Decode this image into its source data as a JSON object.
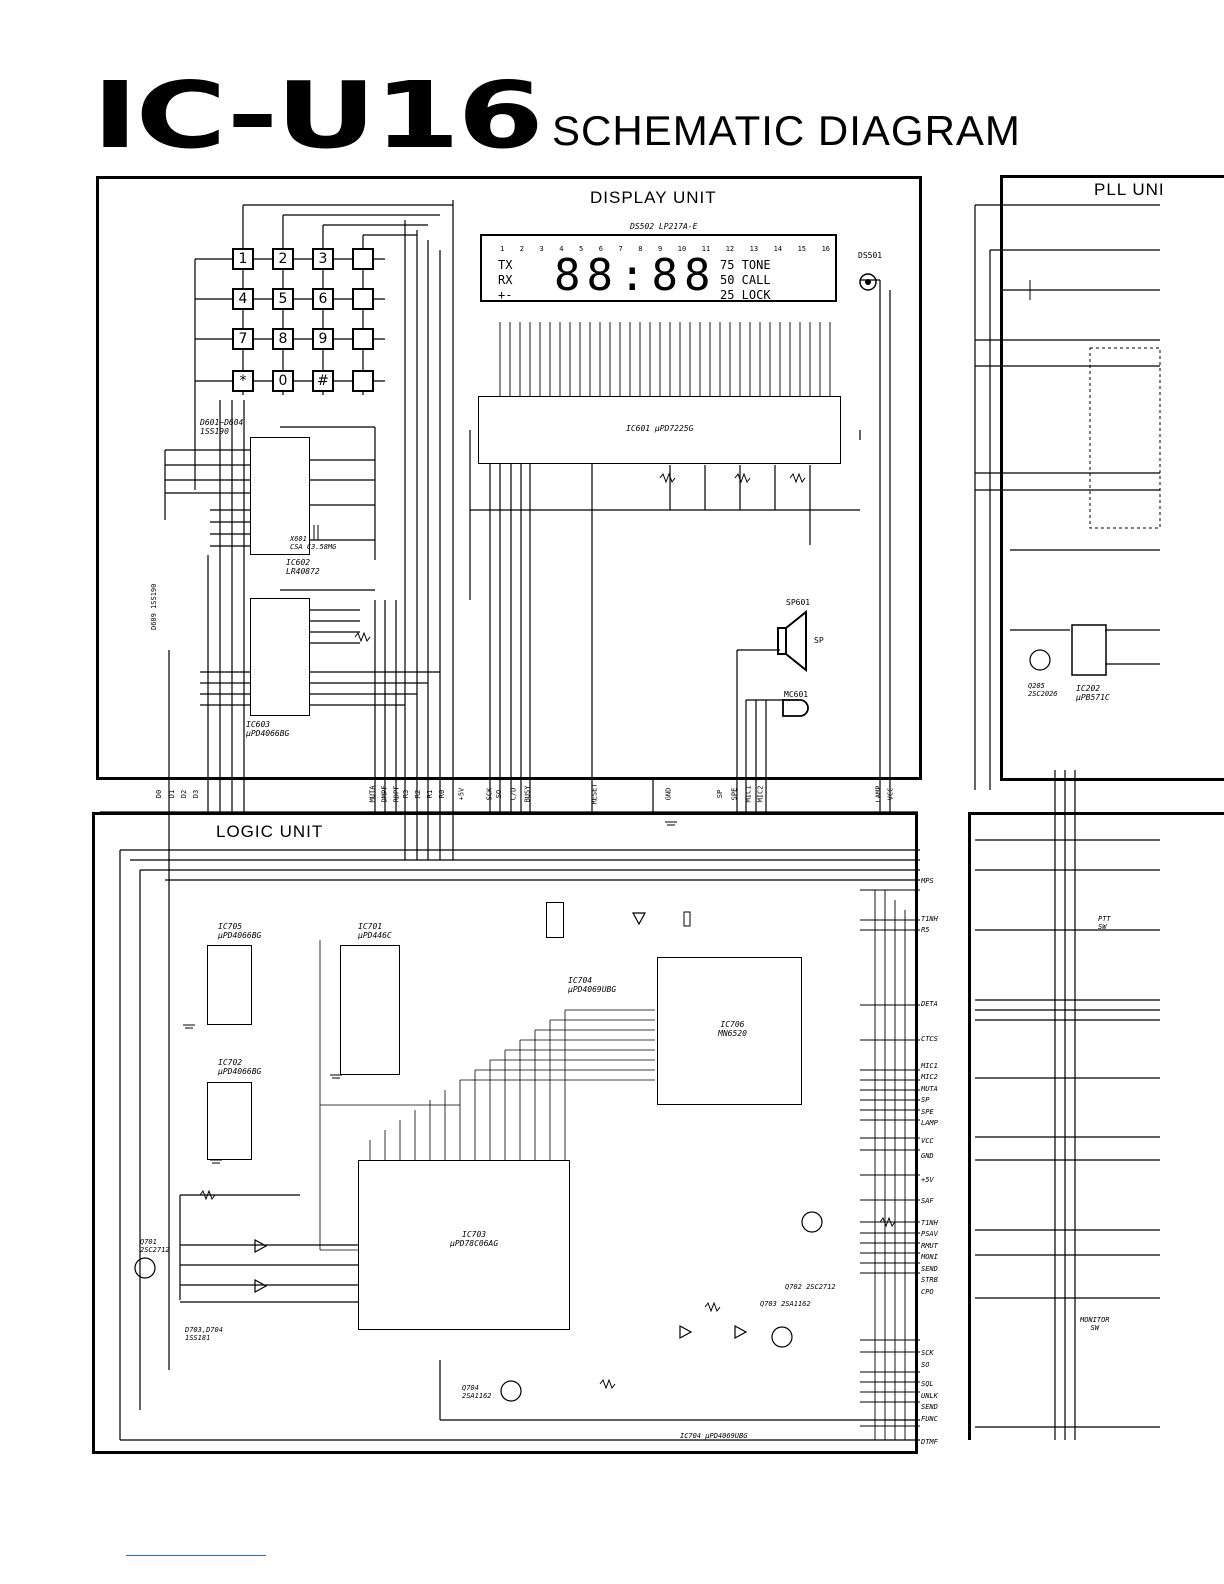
{
  "header": {
    "model": "IC-U16",
    "subtitle": "SCHEMATIC DIAGRAM"
  },
  "display_unit": {
    "title": "DISPLAY UNIT",
    "lcd_part": "DS502  LP217A-E",
    "lamp_part": "DS501",
    "lcd_segment_numbers": [
      "1",
      "2",
      "3",
      "4",
      "5",
      "6",
      "7",
      "8",
      "9",
      "10",
      "11",
      "12",
      "13",
      "14",
      "15",
      "16"
    ],
    "lcd_left_labels": [
      "TX",
      "RX",
      "+-"
    ],
    "lcd_digits": "88:88",
    "lcd_right_labels": [
      "75  TONE",
      "50  CALL",
      "25  LOCK"
    ],
    "keypad": [
      "1",
      "2",
      "3",
      "",
      "4",
      "5",
      "6",
      "",
      "7",
      "8",
      "9",
      "",
      "*",
      "0",
      "#",
      ""
    ],
    "ic601": "IC601  μPD7225G",
    "ic602": "IC602\nLR40872",
    "ic603": "IC603\nμPD4066BG",
    "diodes": "D601~D604\n1SS190",
    "crystal": "X601\nCSA C3.58MG",
    "speaker": "SP601",
    "speaker_label": "SP",
    "mic": "MC601",
    "d609": "D609  1SS190"
  },
  "logic_unit": {
    "title": "LOGIC UNIT",
    "ic701": "IC701\nμPD446C",
    "ic702": "IC702\nμPD4066BG",
    "ic703": "IC703\nμPD78C06AG",
    "ic704": "IC704\nμPD4069UBG",
    "ic705": "IC705\nμPD4066BG",
    "ic706": "IC706\nMN6520",
    "q701": "Q701\n2SC2712",
    "q702": "Q702  2SC2712",
    "q703": "Q703  2SA1162",
    "q704": "Q704\n2SA1162",
    "footer_note": "IC704  μPD4069UBG",
    "diodes_note": "D703,D704\n1SS181"
  },
  "pll_unit": {
    "title": "PLL UNI",
    "ic202": "IC202\nμPB571C",
    "q205": "Q205\n2SC2026",
    "ptt": "PTT\nSW",
    "monitor": "MONITOR\nSW"
  },
  "bus_labels": [
    "D0",
    "D1",
    "D2",
    "D3",
    "MUTA",
    "DMPF",
    "RDPF",
    "R3",
    "R2",
    "R1",
    "R0",
    "+5V",
    "SCK",
    "SO",
    "C/D",
    "BUSY",
    "RESET",
    "GND",
    "SP",
    "SPE",
    "MIC1",
    "MIC2",
    "LAMP",
    "VCC"
  ],
  "right_signals": [
    "MPS",
    "T1NH",
    "R5",
    "DETA",
    "CTCS",
    "MIC1",
    "MIC2",
    "MUTA",
    "SP",
    "SPE",
    "LAMP",
    "VCC",
    "GND",
    "+5V",
    "SAF",
    "T1NH",
    "PSAV",
    "RMUT",
    "MONI",
    "SEND",
    "STRB",
    "CPO",
    "SCK",
    "SO",
    "SQL",
    "UNLK",
    "SEND",
    "FUNC",
    "DTMF"
  ]
}
